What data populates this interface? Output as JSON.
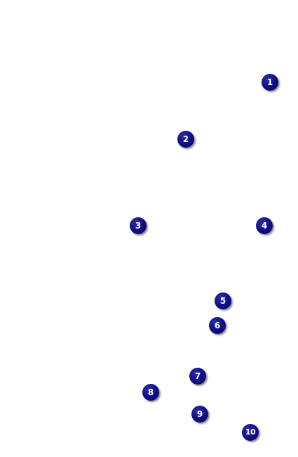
{
  "markers": [
    {
      "label": "1"
    },
    {
      "label": "2"
    },
    {
      "label": "3"
    },
    {
      "label": "4"
    },
    {
      "label": "5"
    },
    {
      "label": "6"
    },
    {
      "label": "7"
    },
    {
      "label": "8"
    },
    {
      "label": "9"
    },
    {
      "label": "10"
    }
  ],
  "colors": {
    "marker_fill": "#0d0d80",
    "marker_text": "#ffffff",
    "background": "#ffffff"
  }
}
